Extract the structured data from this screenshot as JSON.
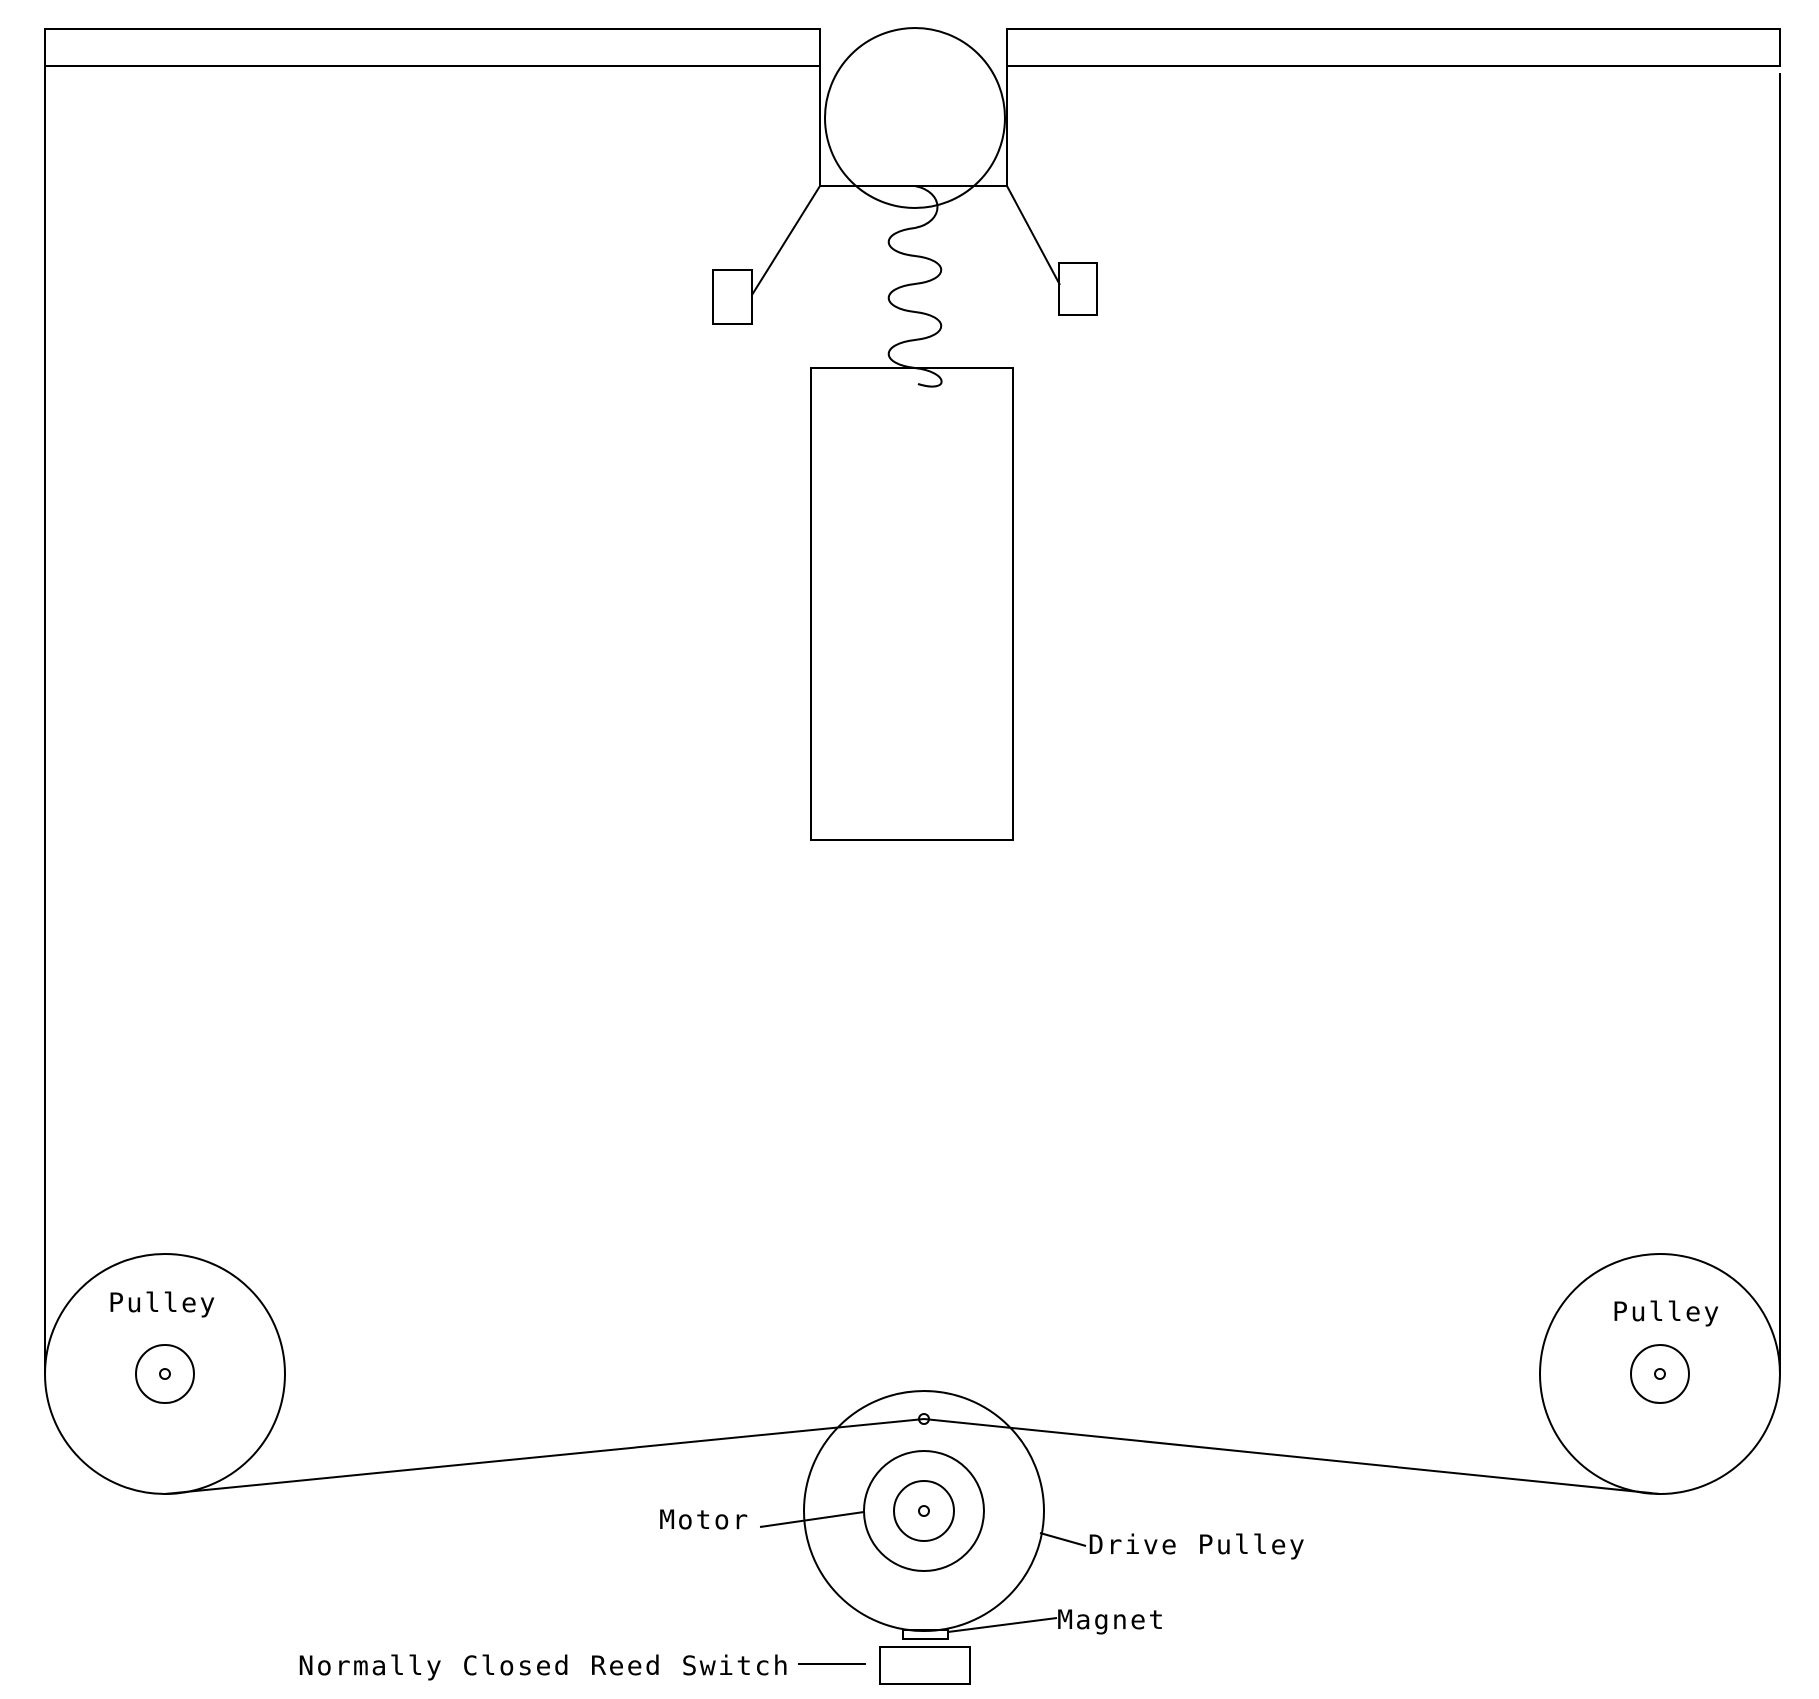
{
  "labels": {
    "pulley_left": "Pulley",
    "pulley_right": "Pulley",
    "motor": "Motor",
    "drive_pulley": "Drive Pulley",
    "magnet": "Magnet",
    "reed_switch": "Normally Closed Reed Switch"
  },
  "colors": {
    "line": "#000000",
    "background": "#ffffff"
  }
}
